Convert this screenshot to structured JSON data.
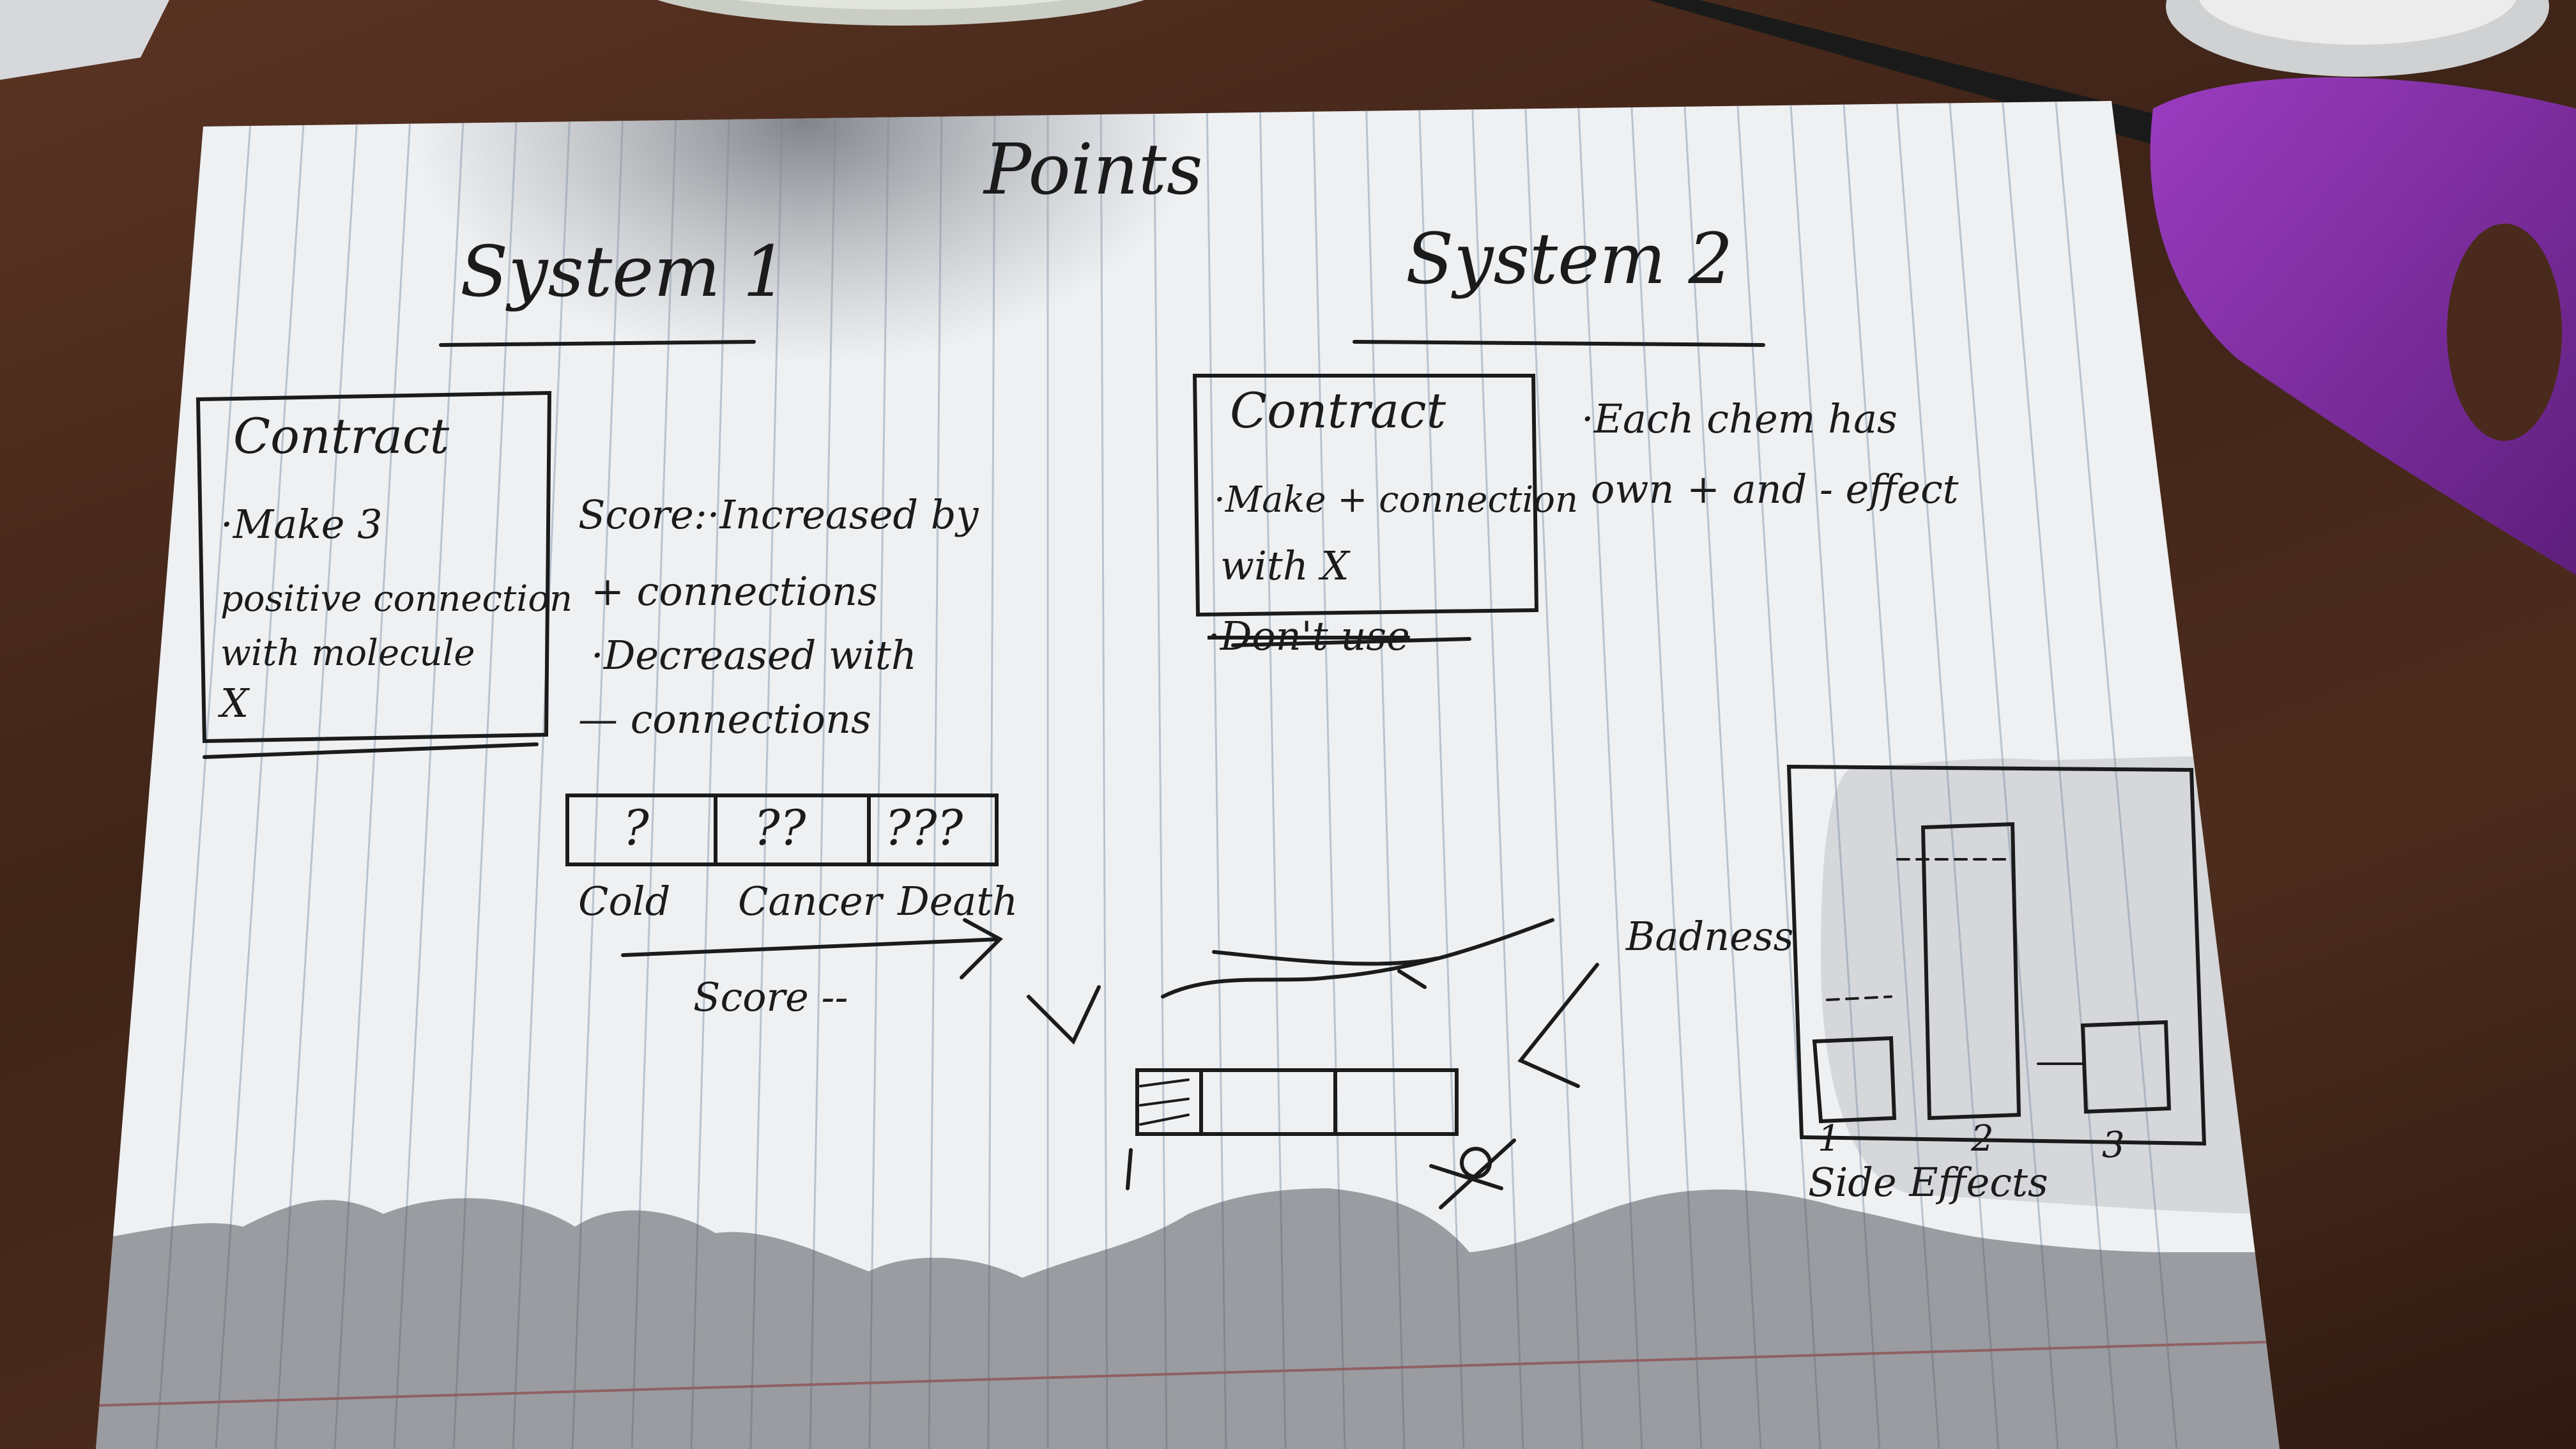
{
  "page": {
    "title": "Points",
    "system1": {
      "heading": "System 1",
      "contract": {
        "title": "Contract",
        "lines": [
          "·Make 3",
          "positive connection",
          "with molecule",
          "X"
        ]
      },
      "score_notes": {
        "line1": "Score:·Increased by",
        "line2": "+ connections",
        "line3": "·Decreased with",
        "line4": "— connections"
      },
      "severity_scale": {
        "cells": [
          "?",
          "??",
          "???"
        ],
        "labels": [
          "Cold",
          "Cancer",
          "Death"
        ],
        "arrow_label": "Score --"
      }
    },
    "system2": {
      "heading": "System 2",
      "contract": {
        "title": "Contract",
        "line1": "·Make + connection",
        "line2": "with X",
        "crossed": "·Don't use"
      },
      "note": {
        "line1": "·Each chem has",
        "line2": "own + and - effect"
      },
      "badness_label": "Badness",
      "side_effects_chart": {
        "ticks": [
          "1",
          "2",
          "3"
        ],
        "label": "Side Effects"
      }
    }
  },
  "colors": {
    "paper": "#eef0f2",
    "ink": "#1b1b1b",
    "rule_line": "#b9c3cf",
    "margin_line": "#d86a6a",
    "table": "#4a2a1c",
    "scissors": "#7b2a9a"
  }
}
